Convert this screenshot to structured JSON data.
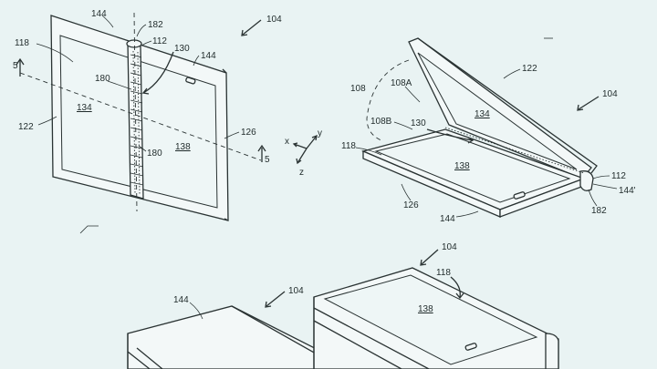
{
  "figure_a": {
    "ref_device": "104",
    "ref_top_edge": "144",
    "ref_hinge_end": "182",
    "ref_hinge_top": "112",
    "ref_screen": "118",
    "ref_axis": "130",
    "ref_right_edge": "144",
    "ref_section_left": "5",
    "ref_section_right": "5",
    "ref_hinge_mid": "180",
    "ref_hinge_low": "180",
    "ref_left_edge": "122",
    "ref_left_panel": "134",
    "ref_right_panel": "138",
    "ref_bottom_edge": "126",
    "axis_x": "x",
    "axis_y": "y",
    "axis_z": "z"
  },
  "figure_b": {
    "ref_upper_panel_edge": "122",
    "ref_device": "104",
    "ref_angle_group": "108",
    "ref_angle_a": "108A",
    "ref_angle_b": "108B",
    "ref_axis": "130",
    "ref_upper_screen": "134",
    "ref_screen": "118",
    "ref_lower_screen": "138",
    "ref_hinge": "112",
    "ref_hinge_edge": "144'",
    "ref_hinge_end": "182",
    "ref_front_edge": "126",
    "ref_bottom_edge": "144"
  },
  "figure_c": {
    "ref_device": "104",
    "ref_screen": "118",
    "ref_left_device": "104",
    "ref_closed_edge": "144",
    "ref_lower_screen": "138"
  }
}
